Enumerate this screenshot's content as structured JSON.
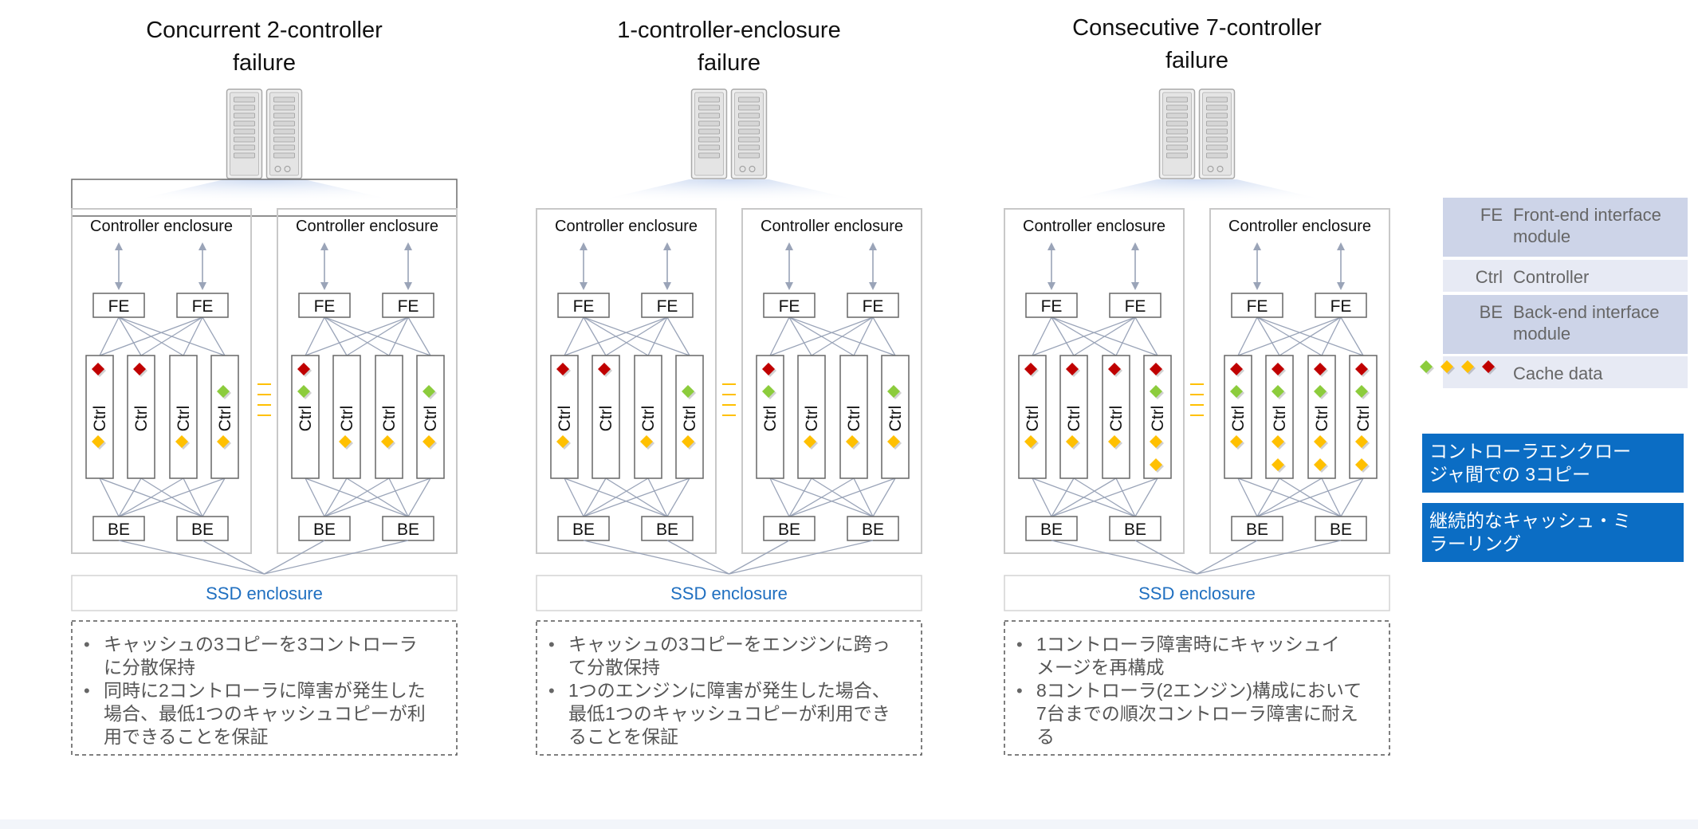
{
  "panels": [
    {
      "title_lines": [
        "Concurrent 2-controller",
        "failure"
      ],
      "enclosure_label": "Controller enclosure",
      "fe_label": "FE",
      "ctrl_label": "Ctrl",
      "be_label": "BE",
      "ssd_label": "SSD enclosure",
      "cache": [
        [
          {
            "pos": "top",
            "color": "red"
          },
          {
            "pos": "bottom",
            "color": "yellow"
          }
        ],
        [
          {
            "pos": "top",
            "color": "red"
          }
        ],
        [
          {
            "pos": "bottom",
            "color": "yellow"
          }
        ],
        [
          {
            "pos": "mid",
            "color": "green"
          },
          {
            "pos": "bottom",
            "color": "yellow"
          }
        ],
        [
          {
            "pos": "top",
            "color": "red"
          },
          {
            "pos": "mid",
            "color": "green"
          }
        ],
        [
          {
            "pos": "bottom",
            "color": "yellow"
          }
        ],
        [
          {
            "pos": "bottom",
            "color": "yellow"
          }
        ],
        [
          {
            "pos": "mid",
            "color": "green"
          },
          {
            "pos": "bottom",
            "color": "yellow"
          }
        ]
      ],
      "notes": [
        [
          "キャッシュの3コピーを3コントローラ",
          "に分散保持"
        ],
        [
          "同時に2コントローラに障害が発生した",
          "場合、最低1つのキャッシュコピーが利",
          "用できることを保証"
        ]
      ]
    },
    {
      "title_lines": [
        "1-controller-enclosure",
        "failure"
      ],
      "enclosure_label": "Controller enclosure",
      "fe_label": "FE",
      "ctrl_label": "Ctrl",
      "be_label": "BE",
      "ssd_label": "SSD enclosure",
      "cache": [
        [
          {
            "pos": "top",
            "color": "red"
          },
          {
            "pos": "bottom",
            "color": "yellow"
          }
        ],
        [
          {
            "pos": "top",
            "color": "red"
          }
        ],
        [
          {
            "pos": "bottom",
            "color": "yellow"
          }
        ],
        [
          {
            "pos": "mid",
            "color": "green"
          },
          {
            "pos": "bottom",
            "color": "yellow"
          }
        ],
        [
          {
            "pos": "top",
            "color": "red"
          },
          {
            "pos": "mid",
            "color": "green"
          }
        ],
        [
          {
            "pos": "bottom",
            "color": "yellow"
          }
        ],
        [
          {
            "pos": "bottom",
            "color": "yellow"
          }
        ],
        [
          {
            "pos": "mid",
            "color": "green"
          },
          {
            "pos": "bottom",
            "color": "yellow"
          }
        ]
      ],
      "notes": [
        [
          "キャッシュの3コピーをエンジンに跨っ",
          "て分散保持"
        ],
        [
          "1つのエンジンに障害が発生した場合、",
          "最低1つのキャッシュコピーが利用でき",
          "ることを保証"
        ]
      ]
    },
    {
      "title_lines": [
        "Consecutive 7-controller",
        "failure"
      ],
      "enclosure_label": "Controller enclosure",
      "fe_label": "FE",
      "ctrl_label": "Ctrl",
      "be_label": "BE",
      "ssd_label": "SSD enclosure",
      "cache": [
        [
          {
            "pos": "top",
            "color": "red"
          },
          {
            "pos": "bottom",
            "color": "yellow"
          }
        ],
        [
          {
            "pos": "top",
            "color": "red"
          },
          {
            "pos": "bottom",
            "color": "yellow"
          }
        ],
        [
          {
            "pos": "top",
            "color": "red"
          },
          {
            "pos": "bottom",
            "color": "yellow"
          }
        ],
        [
          {
            "pos": "top",
            "color": "red"
          },
          {
            "pos": "mid",
            "color": "green"
          },
          {
            "pos": "bottom",
            "color": "yellow"
          },
          {
            "pos": "bottom2",
            "color": "yellow"
          }
        ],
        [
          {
            "pos": "top",
            "color": "red"
          },
          {
            "pos": "mid",
            "color": "green"
          },
          {
            "pos": "bottom",
            "color": "yellow"
          }
        ],
        [
          {
            "pos": "top",
            "color": "red"
          },
          {
            "pos": "mid",
            "color": "green"
          },
          {
            "pos": "bottom",
            "color": "yellow"
          },
          {
            "pos": "bottom2",
            "color": "yellow"
          }
        ],
        [
          {
            "pos": "top",
            "color": "red"
          },
          {
            "pos": "mid",
            "color": "green"
          },
          {
            "pos": "bottom",
            "color": "yellow"
          },
          {
            "pos": "bottom2",
            "color": "yellow"
          }
        ],
        [
          {
            "pos": "top",
            "color": "red"
          },
          {
            "pos": "mid",
            "color": "green"
          },
          {
            "pos": "bottom",
            "color": "yellow"
          },
          {
            "pos": "bottom2",
            "color": "yellow"
          }
        ]
      ],
      "notes": [
        [
          "1コントローラ障害時にキャッシュイ",
          "メージを再構成"
        ],
        [
          "8コントローラ(2エンジン)構成において",
          "7台までの順次コントローラ障害に耐え",
          "る"
        ]
      ]
    }
  ],
  "legend": [
    {
      "abbr": "FE",
      "lines": [
        "Front-end interface",
        "module"
      ]
    },
    {
      "abbr": "Ctrl",
      "lines": [
        "Controller"
      ]
    },
    {
      "abbr": "BE",
      "lines": [
        "Back-end interface",
        "module"
      ]
    },
    {
      "abbr": "",
      "lines": [
        "Cache data"
      ]
    }
  ],
  "callouts": [
    [
      "コントローラエンクロー",
      "ジャ間での 3コピー"
    ],
    [
      "継続的なキャッシュ・ミ",
      "ラーリング"
    ]
  ],
  "colors": {
    "red": "#c00000",
    "green": "#8ccc3c",
    "yellow": "#ffc000",
    "line": "#9aa4b8",
    "box": "#c8c8c8",
    "ssd_text": "#1f6fc0",
    "legend_dark": "#cdd4e8",
    "legend_light": "#e7eaf4",
    "callout": "#0b6dc4"
  },
  "icons": {
    "server": "server-rack-icon",
    "diamond": "cache-diamond-icon"
  }
}
